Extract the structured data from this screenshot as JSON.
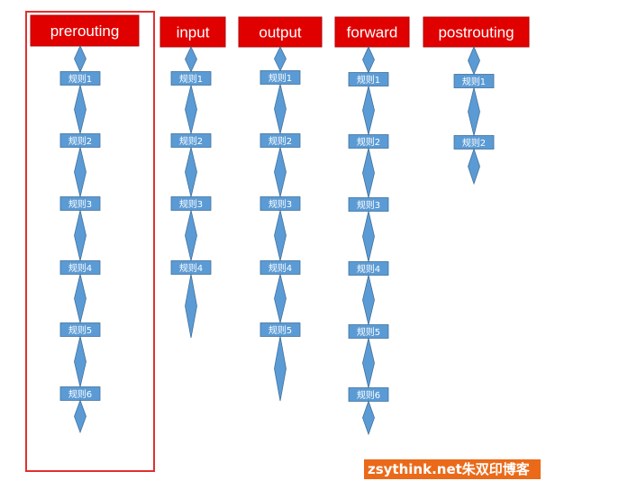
{
  "chains": [
    {
      "name": "prerouting",
      "rules": [
        "规则1",
        "规则2",
        "规则3",
        "规则4",
        "规则5",
        "规则6"
      ],
      "highlighted": true
    },
    {
      "name": "input",
      "rules": [
        "规则1",
        "规则2",
        "规则3",
        "规则4"
      ],
      "highlighted": false
    },
    {
      "name": "output",
      "rules": [
        "规则1",
        "规则2",
        "规则3",
        "规则4",
        "规则5"
      ],
      "highlighted": false
    },
    {
      "name": "forward",
      "rules": [
        "规则1",
        "规则2",
        "规则3",
        "规则4",
        "规则5",
        "规则6"
      ],
      "highlighted": false
    },
    {
      "name": "postrouting",
      "rules": [
        "规则1",
        "规则2"
      ],
      "highlighted": false
    }
  ],
  "colors": {
    "header_fill": "#e00000",
    "header_text": "#ffffff",
    "rule_fill": "#5b9bd5",
    "rule_stroke": "#41719c",
    "rule_text": "#ffffff",
    "highlight_border": "#e03030",
    "watermark_bg": "#ea6a1a"
  },
  "watermark": {
    "text": "zsythink.net朱双印博客"
  }
}
